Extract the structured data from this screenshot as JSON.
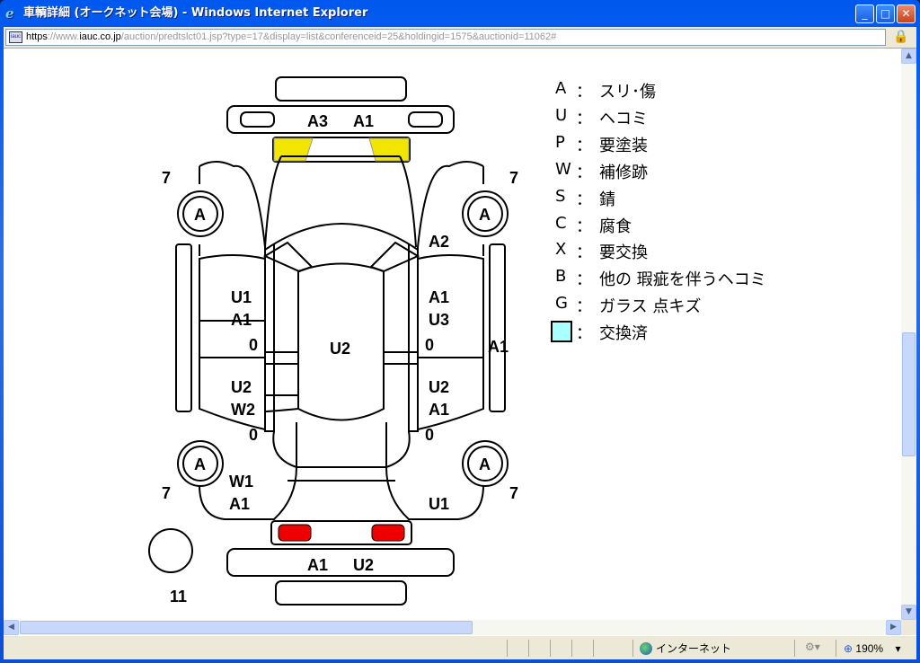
{
  "window": {
    "title": "車輌詳細 (オークネット会場) - Windows Internet Explorer",
    "minimize": "_",
    "maximize": "□",
    "close": "✕"
  },
  "address": {
    "scheme": "https",
    "host": "://www.",
    "domain": "iauc.co.jp",
    "path": "/auction/predtslct01.jsp?type=17&display=list&conferenceid=25&holdingid=1575&auctionid=11062#"
  },
  "diagram": {
    "front": [
      "A3",
      "A1"
    ],
    "rear": [
      "A1",
      "U2"
    ],
    "roof": "U2",
    "left_front_door": [
      "U1",
      "A1",
      "0"
    ],
    "left_rear_door": [
      "U2",
      "W2",
      "0"
    ],
    "left_rear_fender": [
      "W1",
      "A1"
    ],
    "right_front_fender": "A2",
    "right_front_door": [
      "A1",
      "U3",
      "0"
    ],
    "right_sill": "A1",
    "right_rear_door": [
      "U2",
      "A1",
      "0"
    ],
    "right_rear_fender": "U1",
    "tires": [
      "7",
      "7",
      "7",
      "7"
    ],
    "wheels": [
      "A",
      "A",
      "A",
      "A"
    ],
    "spare": "11",
    "colors": {
      "headlight": "#f2e600",
      "taillight": "#ee0000"
    }
  },
  "legend": [
    {
      "code": "A",
      "sep": "：",
      "text": "スリ･傷"
    },
    {
      "code": "U",
      "sep": "：",
      "text": "ヘコミ"
    },
    {
      "code": "P",
      "sep": "：",
      "text": "要塗装"
    },
    {
      "code": "W",
      "sep": "：",
      "text": "補修跡"
    },
    {
      "code": "S",
      "sep": "：",
      "text": "錆"
    },
    {
      "code": "C",
      "sep": "：",
      "text": "腐食"
    },
    {
      "code": "X",
      "sep": "：",
      "text": "要交換"
    },
    {
      "code": "B",
      "sep": "：",
      "text": "他の 瑕疵を伴うヘコミ"
    },
    {
      "code": "G",
      "sep": "：",
      "text": "ガラス 点キズ"
    }
  ],
  "legend_swatch": {
    "color": "#aaffff",
    "sep": "：",
    "text": "交換済"
  },
  "status": {
    "zone": "インターネット",
    "zoom": "190%"
  }
}
